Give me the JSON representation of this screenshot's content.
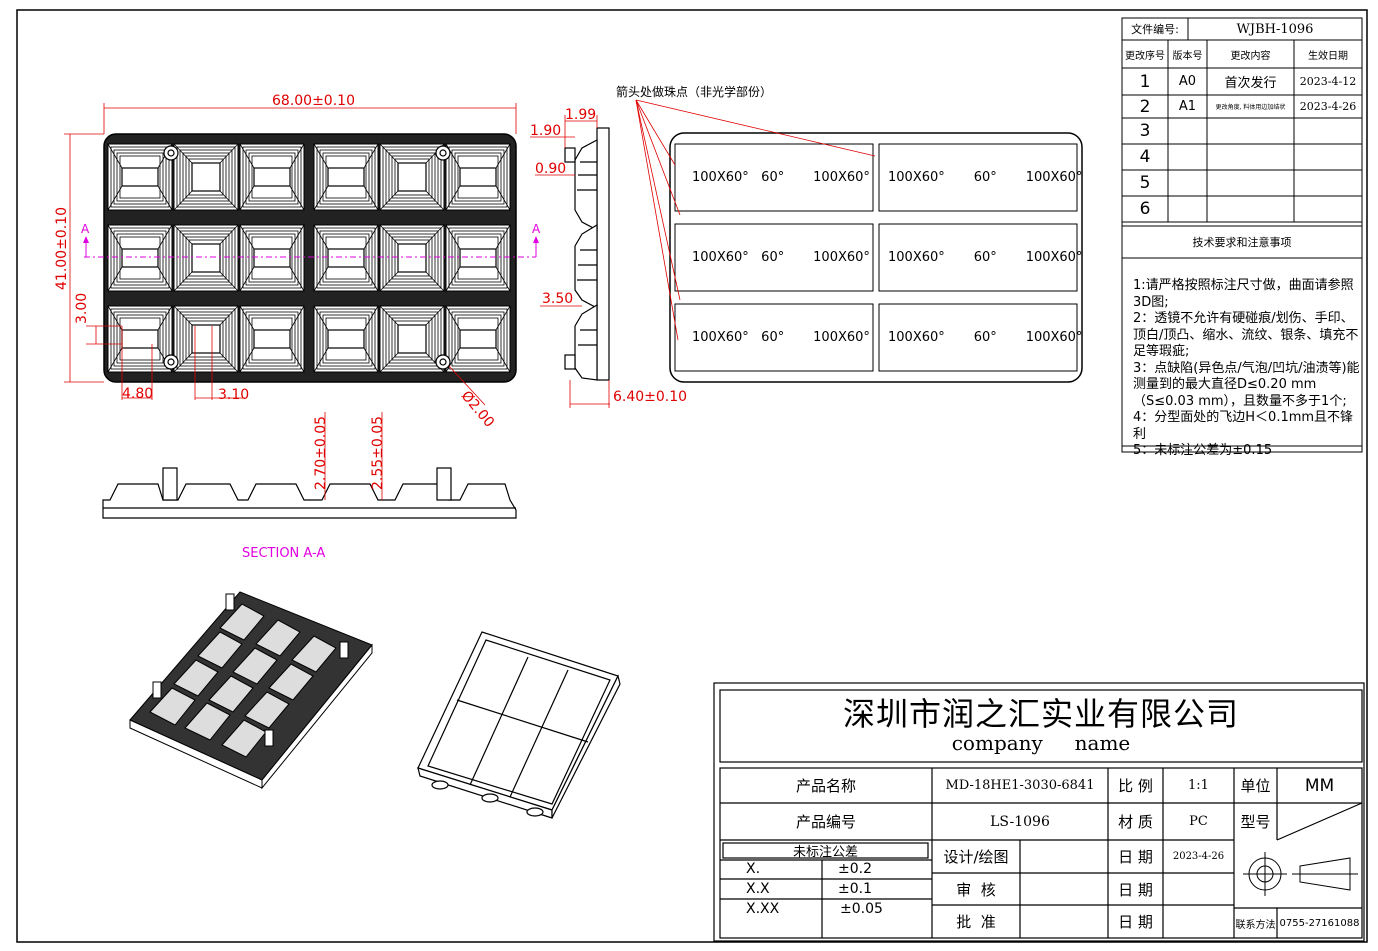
{
  "title_block": {
    "file_no_label": "文件编号:",
    "file_no": "WJBH-1096",
    "rev_headers": [
      "更改序号",
      "版本号",
      "更改内容",
      "生效日期"
    ],
    "revisions": [
      {
        "seq": "1",
        "ver": "A0",
        "content": "首次发行",
        "date": "2023-4-12"
      },
      {
        "seq": "2",
        "ver": "A1",
        "content": "更改角度, 料体用边加结状",
        "date": "2023-4-26"
      },
      {
        "seq": "3",
        "ver": "",
        "content": "",
        "date": ""
      },
      {
        "seq": "4",
        "ver": "",
        "content": "",
        "date": ""
      },
      {
        "seq": "5",
        "ver": "",
        "content": "",
        "date": ""
      },
      {
        "seq": "6",
        "ver": "",
        "content": "",
        "date": ""
      }
    ],
    "tech_title": "技术要求和注意事项",
    "notes": [
      "1:请严格按照标注尺寸做，曲面请参照3D图;",
      "2：透镜不允许有硬碰痕/划伤、手印、顶白/顶凸、缩水、流纹、银条、填充不足等瑕疵;",
      "3：点缺陷(异色点/气泡/凹坑/油渍等)能测量到的最大直径D≤0.20 mm（S≤0.03 mm），且数量不多于1个;",
      "4：分型面处的飞边H＜0.1mm且不锋利",
      "5：未标注公差为±0.15"
    ],
    "company_cn": "深圳市润之汇实业有限公司",
    "company_en": "company     name",
    "product_name_label": "产品名称",
    "product_name": "MD-18HE1-3030-6841",
    "product_no_label": "产品编号",
    "product_no": "LS-1096",
    "scale_label": "比 例",
    "scale": "1:1",
    "unit_label": "单位",
    "unit": "MM",
    "material_label": "材 质",
    "material": "PC",
    "model_label": "型号",
    "tolerance_title": "未标注公差",
    "tolerances": [
      {
        "k": "X.",
        "v": "±0.2"
      },
      {
        "k": "X.X",
        "v": "±0.1"
      },
      {
        "k": "X.XX",
        "v": "±0.05"
      }
    ],
    "design_label": "设计/绘图",
    "review_label": "审  核",
    "approve_label": "批  准",
    "date_label": "日 期",
    "date_value": "2023-4-26",
    "contact_label": "联系方法",
    "contact": "0755-27161088"
  },
  "drawing": {
    "dim_width": "68.00±0.10",
    "dim_height": "41.00±0.10",
    "dim_3": "3.00",
    "dim_480": "4.80",
    "dim_310": "3.10",
    "dim_phi": "Ø2.00",
    "section_marker": "A",
    "dim_190": "1.90",
    "dim_199": "1.99",
    "dim_090": "0.90",
    "dim_350": "3.50",
    "dim_640": "6.40±0.10",
    "dim_270": "2.70±0.05",
    "dim_255": "2.55±0.05",
    "section_label": "SECTION  A-A",
    "note_arrow": "箭头处做珠点（非光学部份）",
    "lens_left": [
      "100X60°",
      "60°",
      "100X60°"
    ],
    "lens_right": [
      "100X60°",
      "60°",
      "100X60°"
    ]
  }
}
